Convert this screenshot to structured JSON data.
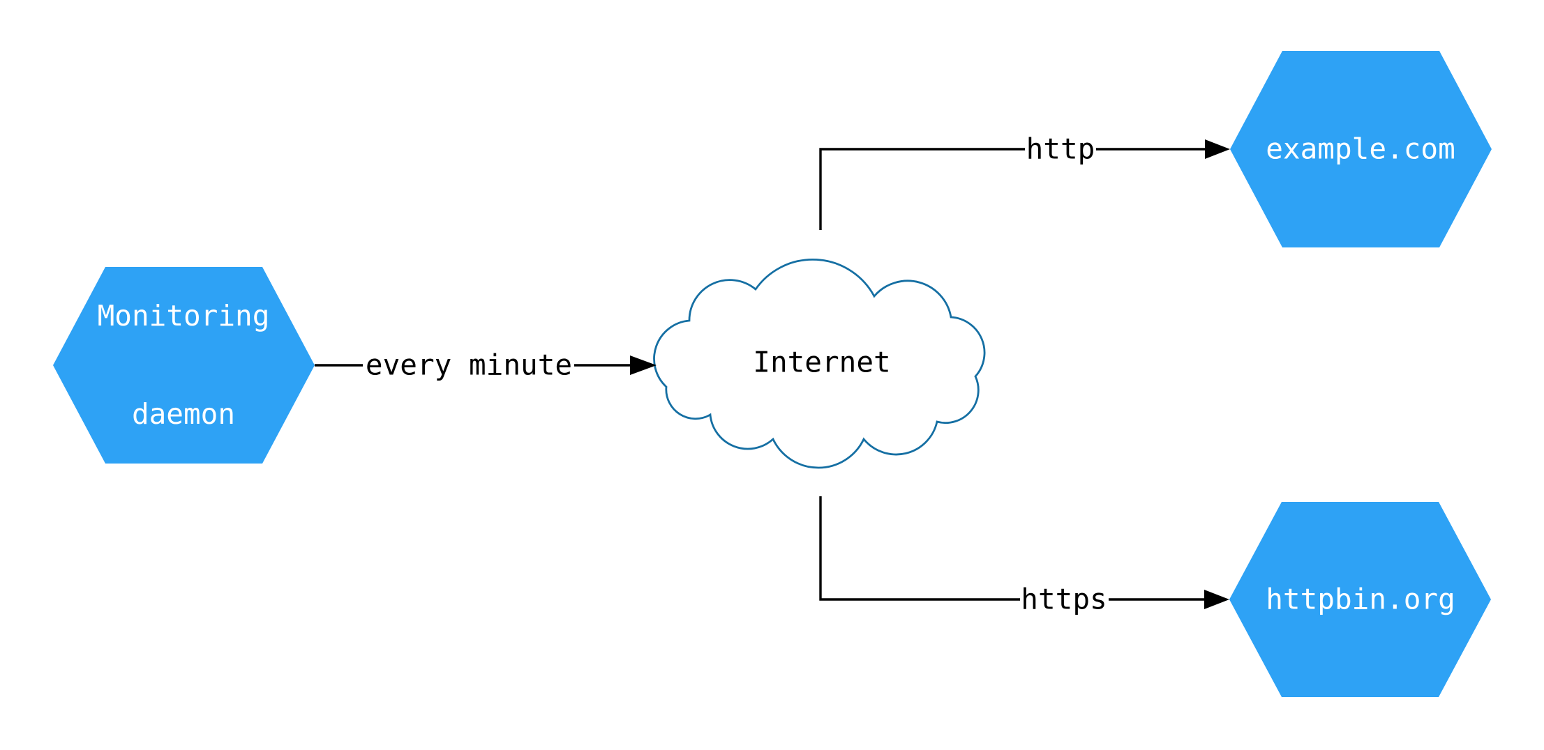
{
  "theme": {
    "background": "#ffffff",
    "node-fill": "#2EA2F5",
    "node-text-color": "#ffffff",
    "cloud-stroke": "#156FA3",
    "cloud-fill": "#ffffff",
    "edge-color": "#000000",
    "edge-label-color": "#000000"
  },
  "nodes": {
    "monitoring": {
      "label": "Monitoring daemon",
      "label_lines": [
        "Monitoring",
        "daemon"
      ],
      "shape": "hexagon"
    },
    "internet": {
      "label": "Internet",
      "shape": "cloud"
    },
    "example": {
      "label": "example.com",
      "shape": "hexagon"
    },
    "httpbin": {
      "label": "httpbin.org",
      "shape": "hexagon"
    }
  },
  "edges": [
    {
      "from": "monitoring",
      "to": "internet",
      "label": "every minute"
    },
    {
      "from": "internet",
      "to": "example",
      "label": "http"
    },
    {
      "from": "internet",
      "to": "httpbin",
      "label": "https"
    }
  ]
}
